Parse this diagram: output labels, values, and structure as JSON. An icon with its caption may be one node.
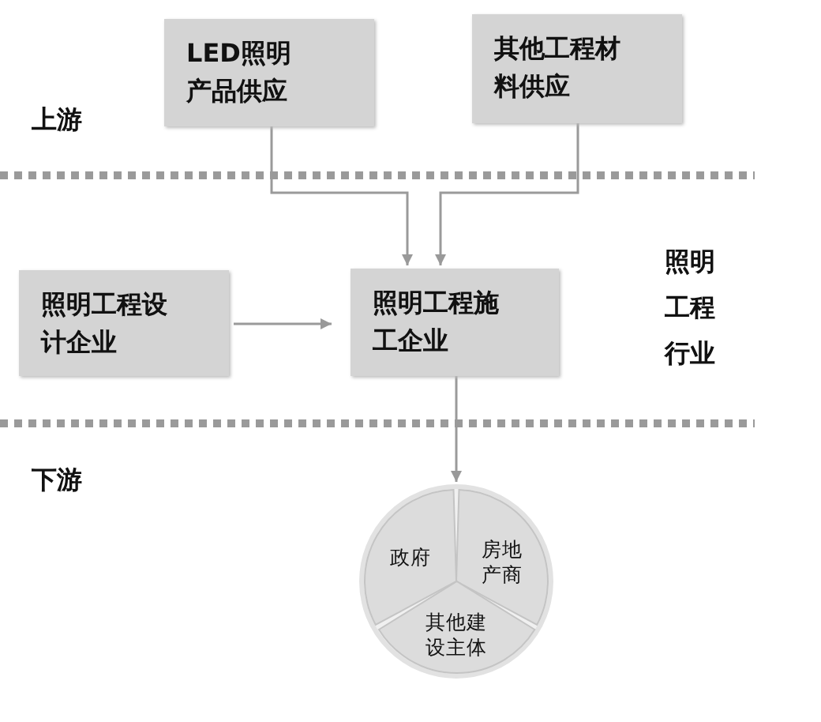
{
  "diagram": {
    "nodes": [
      {
        "text": [
          "LED照明产品供应"
        ]
      },
      {
        "text": [
          "其他工程材料供应"
        ]
      },
      {
        "text": [
          "照明工程设计企业"
        ]
      },
      {
        "text": [
          "照明工程施工企业"
        ]
      },
      {
        "text": [],
        "shape": "circle"
      },
      {
        "text": [
          "房地产商"
        ],
        "in": 4
      },
      {
        "text": [
          "其他建设主体"
        ],
        "in": 4
      },
      {
        "text": [
          "政府"
        ],
        "in": 4
      }
    ],
    "edges": [
      {
        "from": 0,
        "to": 3,
        "arrow": "to"
      },
      {
        "from": 1,
        "to": 3,
        "arrow": "to"
      },
      {
        "from": 2,
        "to": 3,
        "arrow": "to"
      },
      {
        "from": 3,
        "to": 4,
        "arrow": "to"
      }
    ],
    "labels": [
      "上游",
      "照明工程行业",
      "下游"
    ]
  }
}
